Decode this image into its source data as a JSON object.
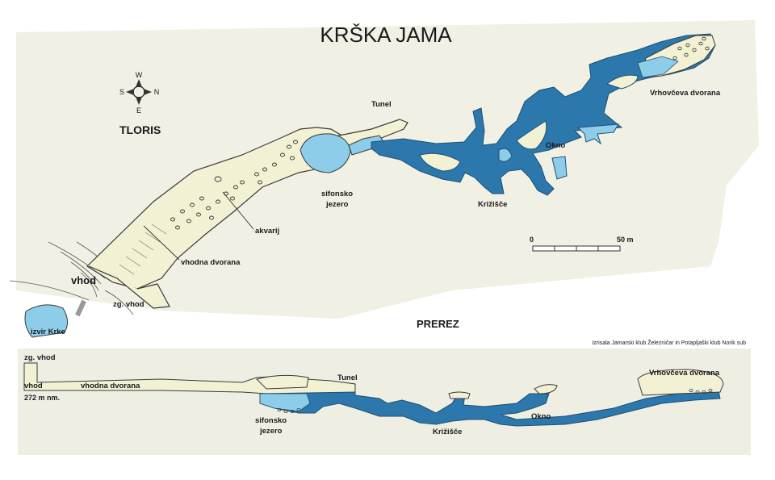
{
  "title": "KRŠKA JAMA",
  "plan_view": {
    "heading": "TLORIS",
    "compass": {
      "north": "N",
      "south": "S",
      "east": "E",
      "west": "W"
    },
    "labels": {
      "tunel": "Tunel",
      "vrhovceva": "Vrhovčeva dvorana",
      "okno": "Okno",
      "sifonsko_1": "sifonsko",
      "sifonsko_2": "jezero",
      "krizisce": "Križišče",
      "akvarij": "akvarij",
      "vhodna": "vhodna dvorana",
      "vhod": "vhod",
      "zg_vhod": "zg. vhod",
      "izvir": "izvir Krke"
    },
    "scale": {
      "start": "0",
      "end": "50 m"
    }
  },
  "section_view": {
    "heading": "PREREZ",
    "credit": "Izrisala Jamarski klub Železničar in Potapljaški klub Norik sub",
    "labels": {
      "zg_vhod": "zg. vhod",
      "vhod": "vhod",
      "vhodna": "vhodna dvorana",
      "altitude": "272 m nm.",
      "tunel": "Tunel",
      "vrhovceva": "Vrhovčeva dvorana",
      "sifonsko_1": "sifonsko",
      "sifonsko_2": "jezero",
      "krizisce": "Križišče",
      "okno": "Okno"
    }
  },
  "colors": {
    "background_panel": "#f1f0e4",
    "dry_passage": "#f3f1d3",
    "water_dark": "#2c78ad",
    "water_light": "#8dcdea",
    "outline": "#3a3a3a"
  }
}
